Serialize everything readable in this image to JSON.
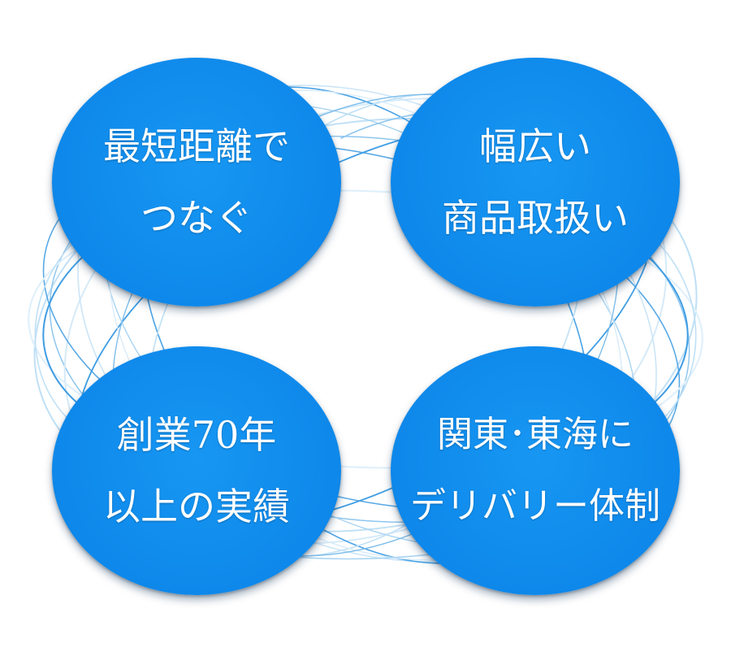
{
  "circles": [
    {
      "lines": [
        "最短距離で",
        "つなぐ"
      ]
    },
    {
      "lines": [
        "幅広い",
        "商品取扱い"
      ]
    },
    {
      "lines": [
        "創業70年",
        "以上の実績"
      ]
    },
    {
      "lines": [
        "関東･東海に",
        "デリバリー体制"
      ]
    }
  ],
  "colors": {
    "circle_fill": "#0e88ea",
    "ring_dark": "#3f9de3",
    "ring_light": "#bfe0f6",
    "text": "#ffffff",
    "background": "#ffffff"
  }
}
